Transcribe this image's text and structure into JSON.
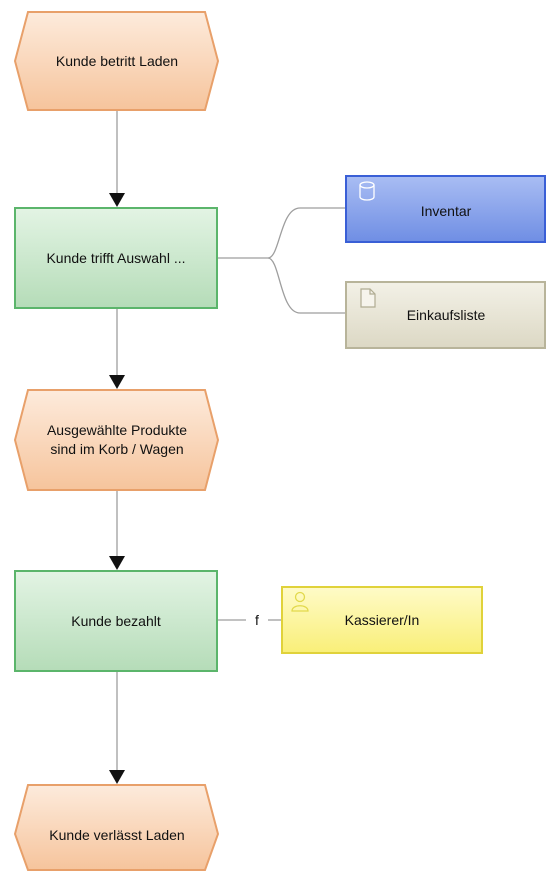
{
  "diagram": {
    "events": [
      {
        "id": "e1",
        "lines": [
          "Kunde betritt Laden"
        ]
      },
      {
        "id": "e2",
        "lines": [
          "Ausgewählte Produkte",
          "sind im Korb / Wagen"
        ]
      },
      {
        "id": "e3",
        "lines": [
          "Kunde verlässt Laden"
        ]
      }
    ],
    "functions": [
      {
        "id": "f1",
        "label": "Kunde trifft Auswahl ..."
      },
      {
        "id": "f2",
        "label": "Kunde bezahlt"
      }
    ],
    "resources": [
      {
        "id": "r1",
        "label": "Inventar",
        "icon": "database-icon"
      },
      {
        "id": "r2",
        "label": "Einkaufsliste",
        "icon": "document-icon"
      }
    ],
    "role": {
      "id": "o1",
      "label": "Kassierer/In",
      "icon": "person-icon"
    },
    "role_connector_label": "f",
    "colors": {
      "event_fill": "#f9d3b4",
      "event_stroke": "#e8a06a",
      "function_fill": "#c8e6c9",
      "function_stroke": "#5bb56b",
      "database_fill": "#7f9be8",
      "database_stroke": "#3a5fd6",
      "document_fill": "#e8e4d4",
      "document_stroke": "#b8b49a",
      "role_fill": "#fcf59c",
      "role_stroke": "#e0d23a",
      "connector": "#9e9e9e",
      "arrow": "#111111"
    }
  }
}
